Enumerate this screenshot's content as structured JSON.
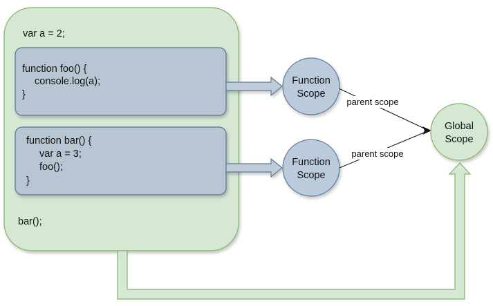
{
  "colors": {
    "container_fill": "#d5e8d4",
    "container_stroke": "#82b366",
    "code_block_fill": "#b8c6d4",
    "code_block_stroke": "#5a7290",
    "scope_node_fill": "#bccbdb",
    "scope_node_stroke": "#5f7894",
    "global_node_fill": "#d5e8d4",
    "global_node_stroke": "#82b366",
    "text": "#111111"
  },
  "program": {
    "top_statement": "var a = 2;",
    "bottom_statement": "bar();"
  },
  "foo_block": {
    "lines": [
      "function foo() {",
      "console.log(a);",
      "}"
    ]
  },
  "bar_block": {
    "lines": [
      "function bar() {",
      "var a = 3;",
      "foo();",
      "}"
    ]
  },
  "nodes": {
    "foo_scope": {
      "line1": "Function",
      "line2": "Scope"
    },
    "bar_scope": {
      "line1": "Function",
      "line2": "Scope"
    },
    "global_scope": {
      "line1": "Global",
      "line2": "Scope"
    }
  },
  "edges": {
    "foo_to_global_label": "parent scope",
    "bar_to_global_label": "parent scope"
  }
}
